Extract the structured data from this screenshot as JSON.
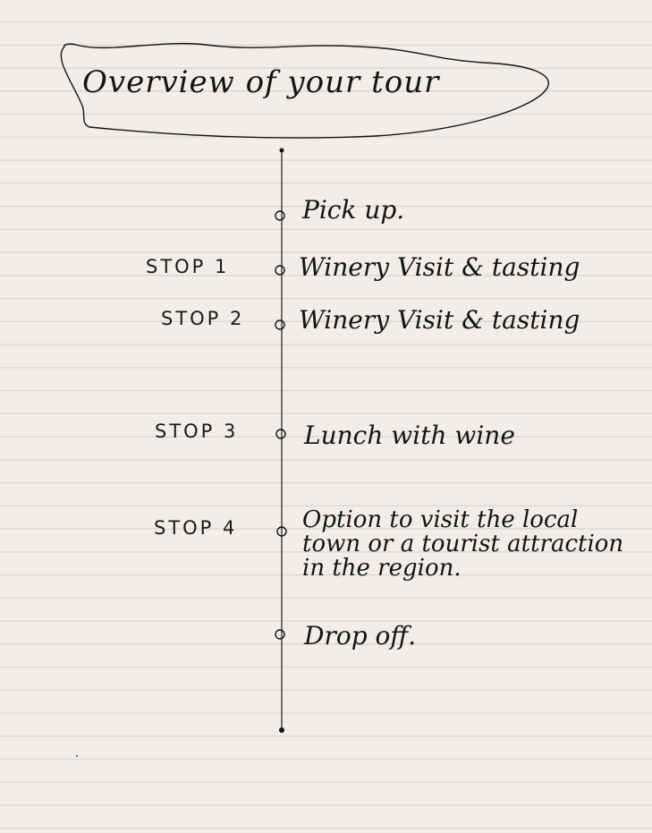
{
  "title": "Overview of your tour",
  "timeline": [
    {
      "stop": "",
      "text": "Pick up."
    },
    {
      "stop": "STOP 1",
      "text": "Winery Visit & tasting"
    },
    {
      "stop": "STOP 2",
      "text": "Winery Visit & tasting"
    },
    {
      "stop": "STOP 3",
      "text": "Lunch with wine"
    },
    {
      "stop": "STOP 4",
      "text": "Option to visit the local town or a tourist attraction in the region."
    },
    {
      "stop": "",
      "text": "Drop off."
    }
  ],
  "colors": {
    "paper": "#f1eee9",
    "rule": "#dcd8d2",
    "ink": "#141414"
  }
}
